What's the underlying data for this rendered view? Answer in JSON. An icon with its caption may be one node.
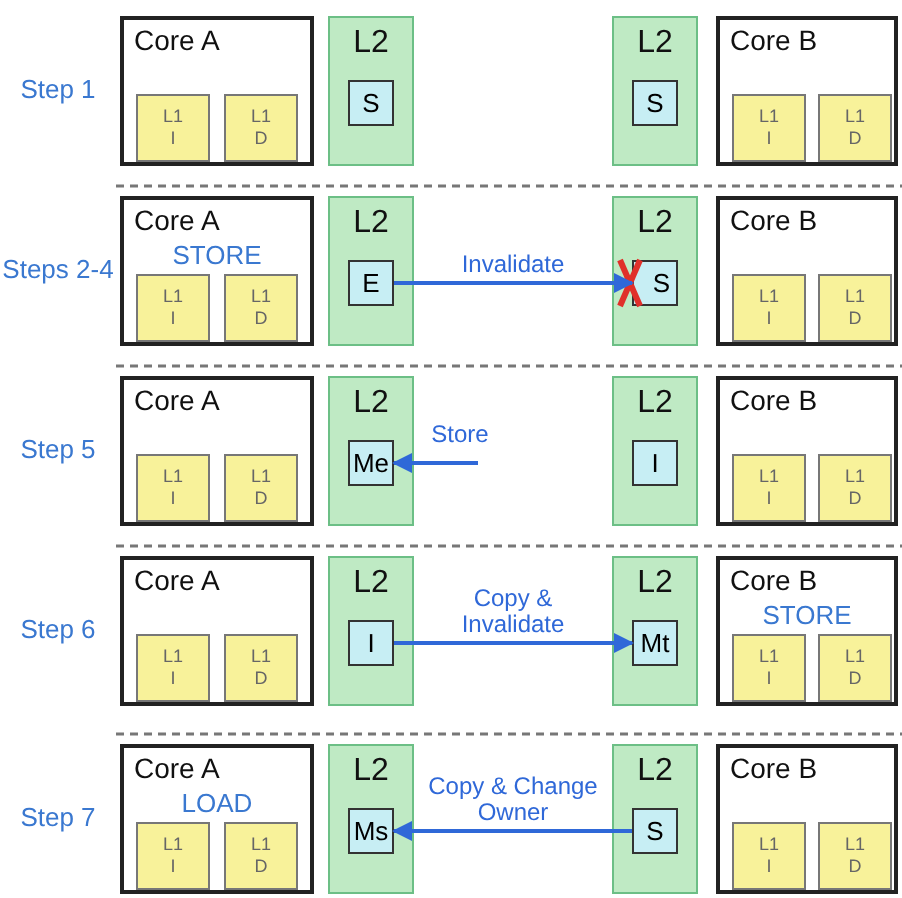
{
  "diagram": {
    "nodes": [
      {
        "text": [
          "Core A"
        ]
      },
      {
        "text": [
          "L1 I"
        ],
        "in": 0
      },
      {
        "text": [
          "L1 D"
        ],
        "in": 0
      },
      {
        "text": [
          "L2"
        ]
      },
      {
        "text": [
          "S"
        ],
        "in": 3
      },
      {
        "text": [
          "L2"
        ]
      },
      {
        "text": [
          "S"
        ],
        "in": 5
      },
      {
        "text": [
          "Core B"
        ]
      },
      {
        "text": [
          "L1 I"
        ],
        "in": 7
      },
      {
        "text": [
          "L1 D"
        ],
        "in": 7
      },
      {
        "text": [
          "Core A",
          "STORE"
        ]
      },
      {
        "text": [
          "L1 I"
        ],
        "in": 10
      },
      {
        "text": [
          "L1 D"
        ],
        "in": 10
      },
      {
        "text": [
          "L2"
        ]
      },
      {
        "text": [
          "E"
        ],
        "in": 13
      },
      {
        "text": [
          "L2"
        ]
      },
      {
        "text": [
          "S"
        ],
        "in": 15
      },
      {
        "text": [
          "Core B"
        ]
      },
      {
        "text": [
          "L1 I"
        ],
        "in": 17
      },
      {
        "text": [
          "L1 D"
        ],
        "in": 17
      },
      {
        "text": [
          "Core A"
        ]
      },
      {
        "text": [
          "L1 I"
        ],
        "in": 20
      },
      {
        "text": [
          "L1 D"
        ],
        "in": 20
      },
      {
        "text": [
          "L2"
        ]
      },
      {
        "text": [
          "Me"
        ],
        "in": 23
      },
      {
        "text": [
          "L2"
        ]
      },
      {
        "text": [
          "I"
        ],
        "in": 25
      },
      {
        "text": [
          "Core B"
        ]
      },
      {
        "text": [
          "L1 I"
        ],
        "in": 27
      },
      {
        "text": [
          "L1 D"
        ],
        "in": 27
      },
      {
        "text": [
          "Core A"
        ]
      },
      {
        "text": [
          "L1 I"
        ],
        "in": 30
      },
      {
        "text": [
          "L1 D"
        ],
        "in": 30
      },
      {
        "text": [
          "L2"
        ]
      },
      {
        "text": [
          "I"
        ],
        "in": 33
      },
      {
        "text": [
          "L2"
        ]
      },
      {
        "text": [
          "Mt"
        ],
        "in": 35
      },
      {
        "text": [
          "Core B",
          "STORE"
        ]
      },
      {
        "text": [
          "L1 I"
        ],
        "in": 37
      },
      {
        "text": [
          "L1 D"
        ],
        "in": 37
      },
      {
        "text": [
          "Core A",
          "LOAD"
        ]
      },
      {
        "text": [
          "L1 I"
        ],
        "in": 40
      },
      {
        "text": [
          "L1 D"
        ],
        "in": 40
      },
      {
        "text": [
          "L2"
        ]
      },
      {
        "text": [
          "Ms"
        ],
        "in": 43
      },
      {
        "text": [
          "L2"
        ]
      },
      {
        "text": [
          "S"
        ],
        "in": 45
      },
      {
        "text": [
          "Core B"
        ]
      },
      {
        "text": [
          "L1 I"
        ],
        "in": 47
      },
      {
        "text": [
          "L1 D"
        ],
        "in": 47
      },
      {
        "text": [],
        "shape": "cross",
        "in": 15
      }
    ],
    "edges": [
      {
        "from": 14,
        "to": 16,
        "arrow": "to",
        "label": "Invalidate"
      },
      {
        "from": null,
        "to": 24,
        "arrow": "to",
        "label": "Store"
      },
      {
        "from": 34,
        "to": 36,
        "arrow": "to",
        "label": "Copy & Invalidate"
      },
      {
        "from": 46,
        "to": 44,
        "arrow": "to",
        "label": "Copy & Change Owner"
      }
    ],
    "labels": [
      "Step 1",
      "Steps 2-4",
      "Step 5",
      "Step 6",
      "Step 7"
    ]
  }
}
